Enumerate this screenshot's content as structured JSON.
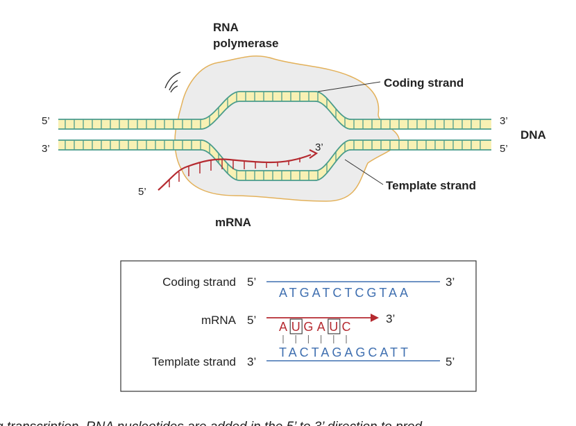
{
  "labels": {
    "rna_polymerase_line1": "RNA",
    "rna_polymerase_line2": "polymerase",
    "coding_strand": "Coding strand",
    "template_strand": "Template strand",
    "dna": "DNA",
    "mrna": "mRNA",
    "five_prime": "5’",
    "three_prime": "3’"
  },
  "box": {
    "coding_label": "Coding strand",
    "mrna_label": "mRNA",
    "template_label": "Template strand",
    "coding_left_end": "5’",
    "coding_right_end": "3’",
    "mrna_left_end": "5’",
    "mrna_right_end": "3’",
    "template_left_end": "3’",
    "template_right_end": "5’",
    "coding_sequence": "ATGATCTCGTAA",
    "mrna_sequence": [
      "A",
      "U",
      "G",
      "A",
      "U",
      "C"
    ],
    "template_sequence": "TACTAGAGCATT"
  },
  "caption": "g transcription, RNA nucleotides are added in the 5’ to 3’ direction to prod",
  "colors": {
    "dna_backbone": "#4a9c8c",
    "dna_fill": "#f8f1b4",
    "mrna": "#b52a30",
    "polymerase_fill": "#ececec",
    "polymerase_outline": "#e3b15a",
    "sequence_blue": "#3f6fb0"
  }
}
